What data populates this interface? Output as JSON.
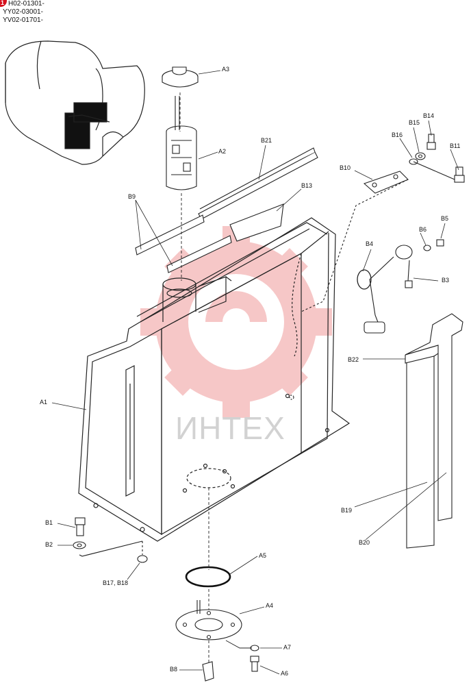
{
  "serials": [
    "H02-01301-",
    "YY02-03001-",
    "YV02-01701-"
  ],
  "corner_badge": "1",
  "watermark": "ИНТЕХ",
  "callouts": {
    "A1": "A1",
    "A2": "A2",
    "A3": "A3",
    "A4": "A4",
    "A5": "A5",
    "A6": "A6",
    "A7": "A7",
    "B1": "B1",
    "B2": "B2",
    "B3": "B3",
    "B4": "B4",
    "B5": "B5",
    "B6": "B6",
    "B8": "B8",
    "B9": "B9",
    "B10": "B10",
    "B11": "B11",
    "B13": "B13",
    "B14": "B14",
    "B15": "B15",
    "B16": "B16",
    "B17_B18": "B17, B18",
    "B19": "B19",
    "B20": "B20",
    "B21": "B21",
    "B22": "B22"
  },
  "colors": {
    "line": "#222222",
    "watermark": "#f08a8a",
    "badge": "#d6111d"
  }
}
